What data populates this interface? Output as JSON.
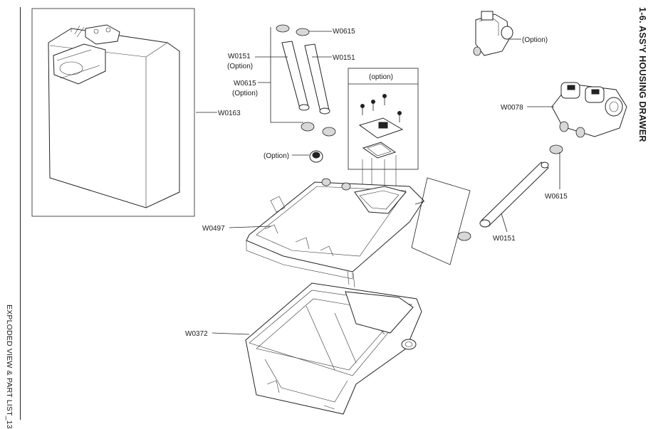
{
  "page": {
    "section_title": "1-6.  ASS'Y HOUSING DRAWER",
    "footer": "EXPLODED VIEW & PART LIST_13"
  },
  "callouts": {
    "w0615_top": "W0615",
    "w0151_left_code": "W0151",
    "w0151_left_note": "(Option)",
    "w0615_left_code": "W0615",
    "w0615_left_note": "(Option)",
    "w0151_right_top": "W0151",
    "w0163": "W0163",
    "option_fitting": "(Option)",
    "option_box_title": "(option)",
    "valve_option": "(Option)",
    "w0078": "W0078",
    "w0615_right": "W0615",
    "w0151_right": "W0151",
    "w0497": "W0497",
    "w0372": "W0372"
  }
}
